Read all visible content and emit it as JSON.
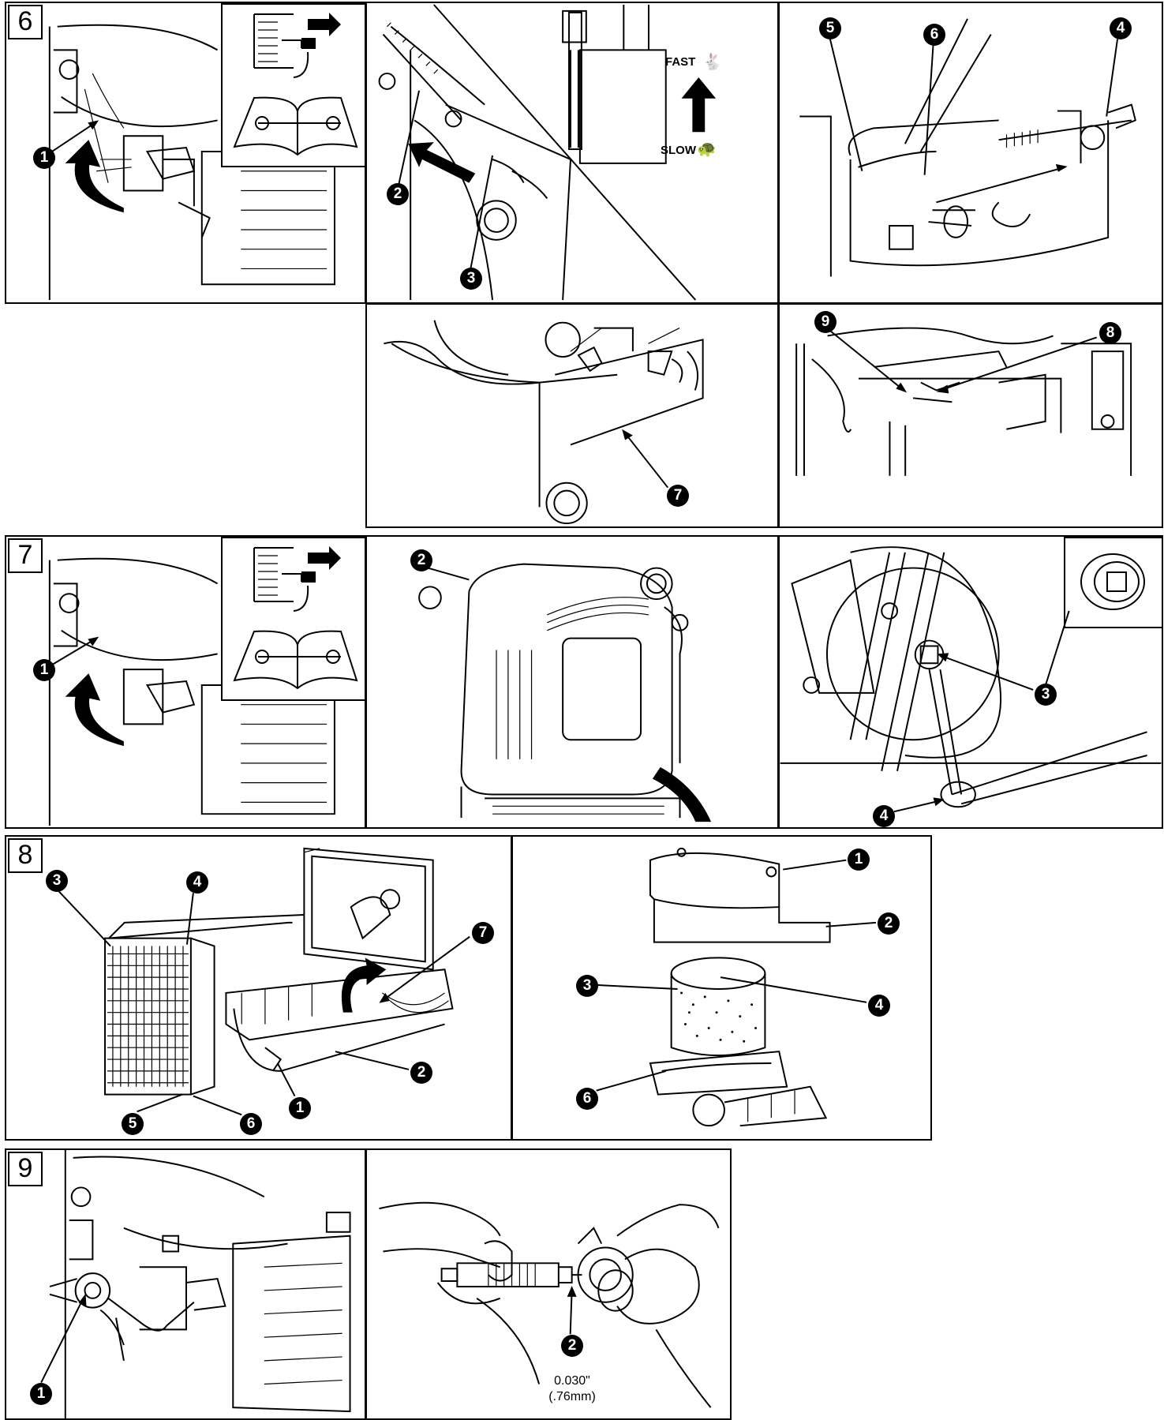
{
  "steps": {
    "s6": "6",
    "s7": "7",
    "s8": "8",
    "s9": "9"
  },
  "callouts": {
    "p6a_1": "1",
    "p6b_2": "2",
    "p6b_3": "3",
    "p6c_5": "5",
    "p6c_6": "6",
    "p6c_4": "4",
    "p6d_7": "7",
    "p6e_9": "9",
    "p6e_8": "8",
    "p7a_1": "1",
    "p7b_2": "2",
    "p7c_3": "3",
    "p7c_4": "4",
    "p8a_3": "3",
    "p8a_4": "4",
    "p8a_7": "7",
    "p8a_2": "2",
    "p8a_1": "1",
    "p8a_5": "5",
    "p8a_6": "6",
    "p8b_1": "1",
    "p8b_2": "2",
    "p8b_3": "3",
    "p8b_4": "4",
    "p8b_6": "6",
    "p9a_1": "1",
    "p9b_2": "2"
  },
  "throttle": {
    "fast": "FAST",
    "slow": "SLOW"
  },
  "spark_gap": {
    "inch": "0.030\"",
    "mm": "(.76mm)"
  },
  "icons": [
    "curved-arrow-icon",
    "engine-cooling-fins-icon",
    "manual-wrench-book-icon",
    "up-arrow-icon",
    "rabbit-icon",
    "turtle-icon"
  ]
}
